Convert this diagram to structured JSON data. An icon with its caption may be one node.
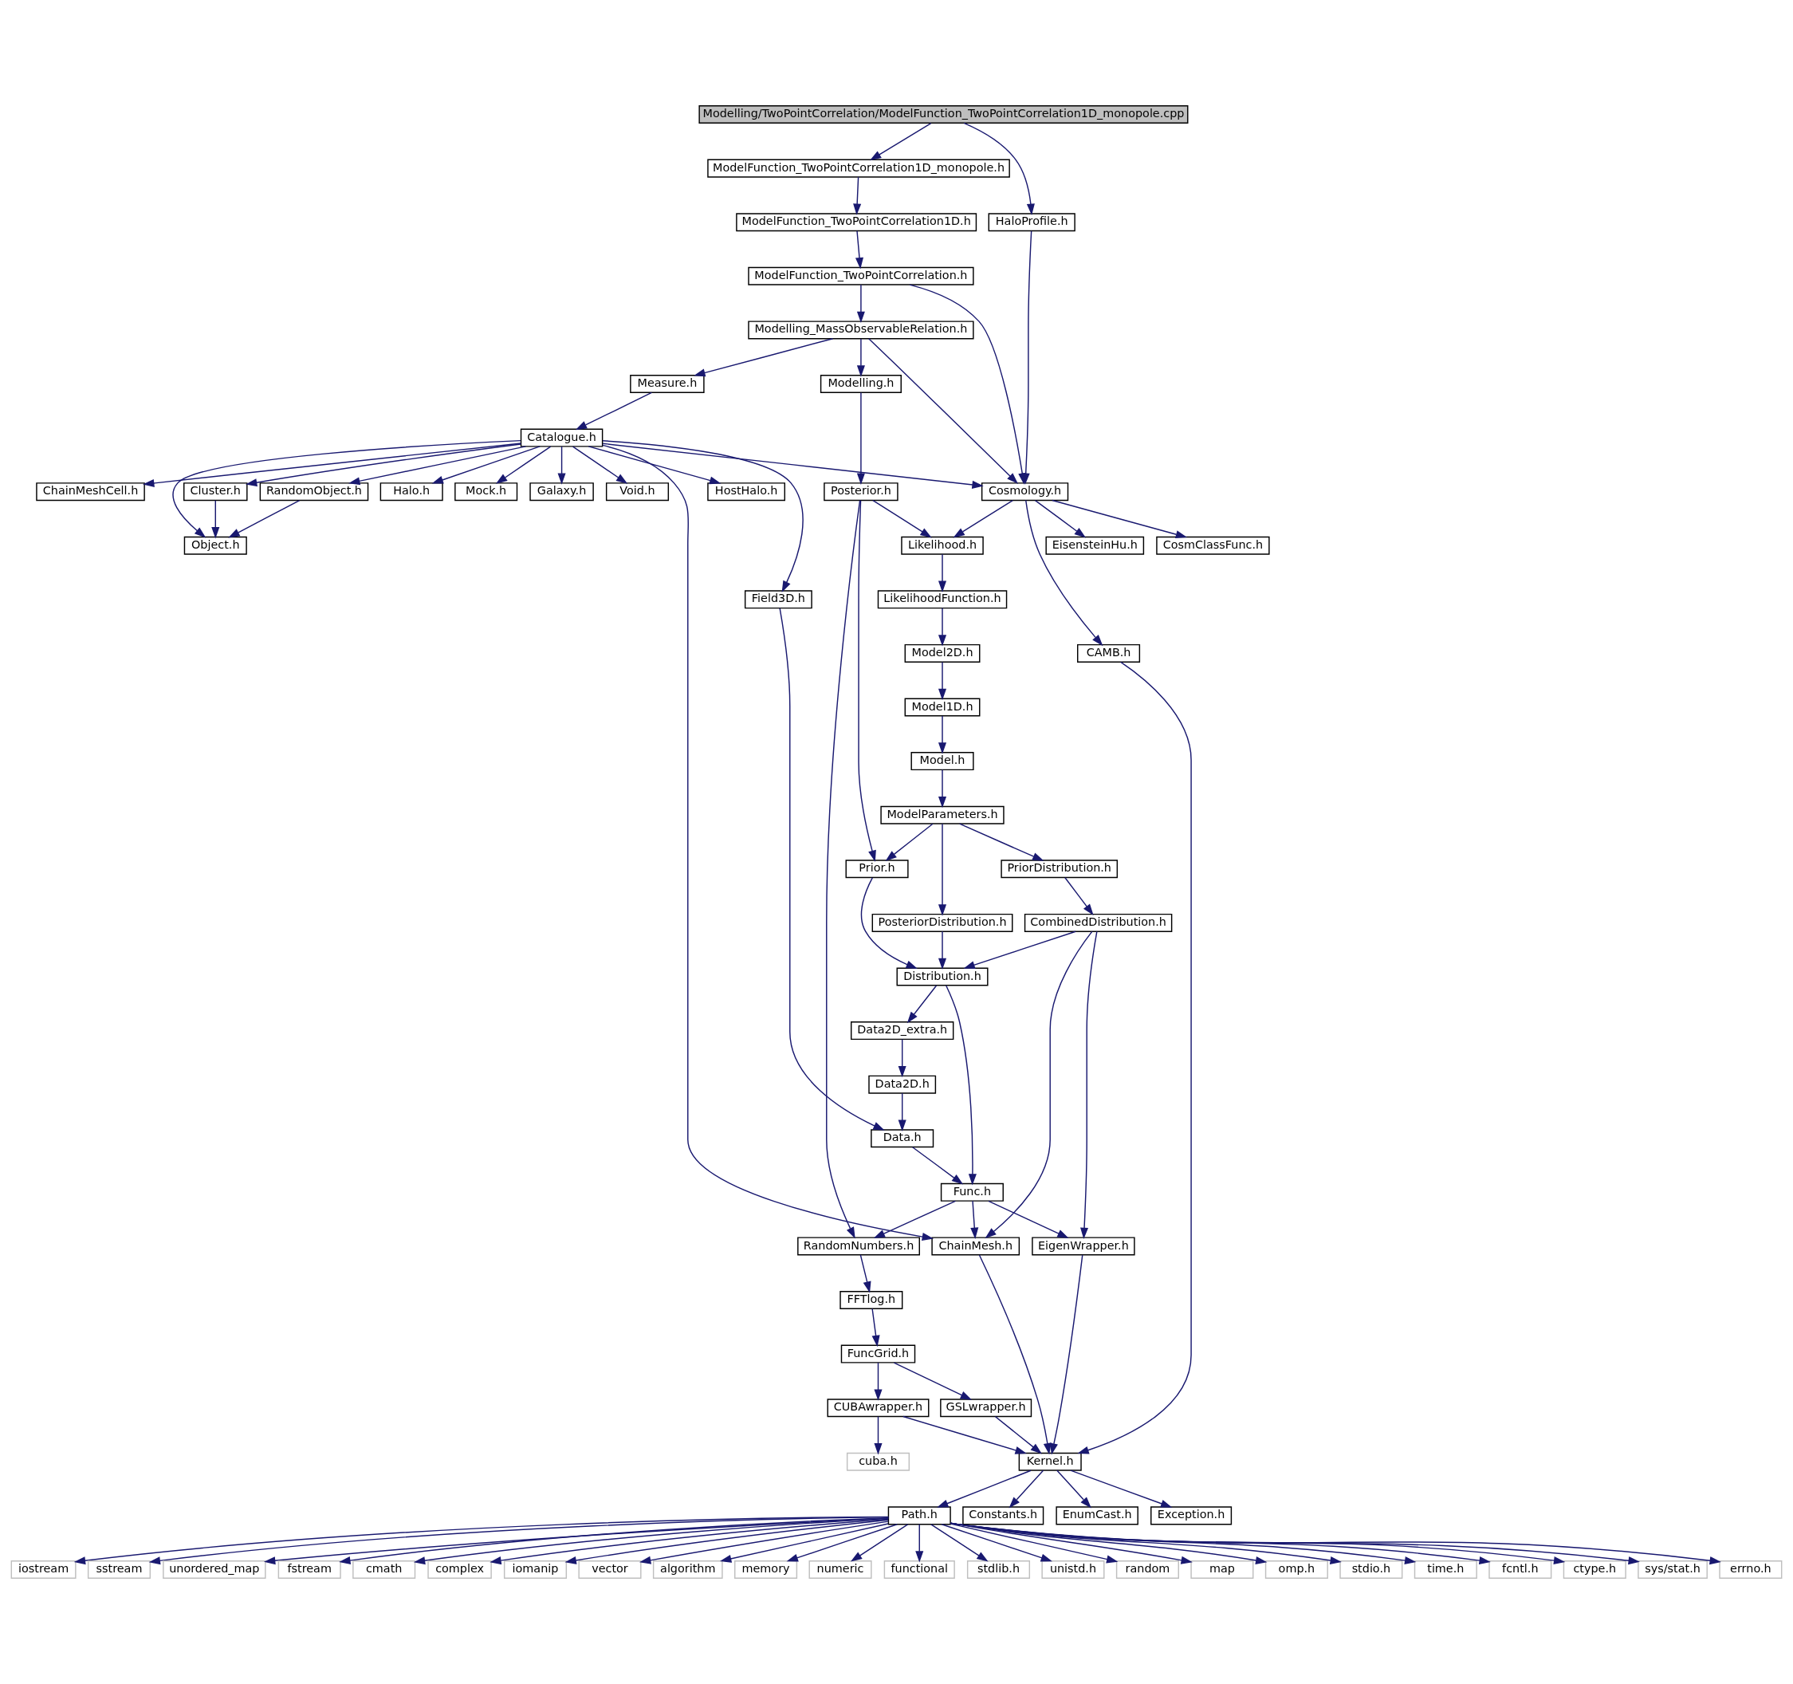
{
  "diagram": {
    "nodes": [
      {
        "text": [
          "Modelling/TwoPointCorrelation/ModelFunction_TwoPointCorrelation1D_monopole.cpp"
        ]
      },
      {
        "text": [
          "ModelFunction_TwoPointCorrelation1D_monopole.h"
        ]
      },
      {
        "text": [
          "HaloProfile.h"
        ]
      },
      {
        "text": [
          "ModelFunction_TwoPointCorrelation1D.h"
        ]
      },
      {
        "text": [
          "ModelFunction_TwoPointCorrelation.h"
        ]
      },
      {
        "text": [
          "Modelling_MassObservableRelation.h"
        ]
      },
      {
        "text": [
          "Measure.h"
        ]
      },
      {
        "text": [
          "Modelling.h"
        ]
      },
      {
        "text": [
          "Catalogue.h"
        ]
      },
      {
        "text": [
          "Halo.h"
        ]
      },
      {
        "text": [
          "Mock.h"
        ]
      },
      {
        "text": [
          "Galaxy.h"
        ]
      },
      {
        "text": [
          "Void.h"
        ]
      },
      {
        "text": [
          "HostHalo.h"
        ]
      },
      {
        "text": [
          "ChainMeshCell.h"
        ]
      },
      {
        "text": [
          "RandomObject.h"
        ]
      },
      {
        "text": [
          "Cluster.h"
        ]
      },
      {
        "text": [
          "Cosmology.h"
        ]
      },
      {
        "text": [
          "Posterior.h"
        ]
      },
      {
        "text": [
          "Object.h"
        ]
      },
      {
        "text": [
          "Likelihood.h"
        ]
      },
      {
        "text": [
          "EisensteinHu.h"
        ]
      },
      {
        "text": [
          "CosmClassFunc.h"
        ]
      },
      {
        "text": [
          "Field3D.h"
        ]
      },
      {
        "text": [
          "LikelihoodFunction.h"
        ]
      },
      {
        "text": [
          "CAMB.h"
        ]
      },
      {
        "text": [
          "Model2D.h"
        ]
      },
      {
        "text": [
          "Model1D.h"
        ]
      },
      {
        "text": [
          "Model.h"
        ]
      },
      {
        "text": [
          "ModelParameters.h"
        ]
      },
      {
        "text": [
          "Prior.h"
        ]
      },
      {
        "text": [
          "PriorDistribution.h"
        ]
      },
      {
        "text": [
          "PosteriorDistribution.h"
        ]
      },
      {
        "text": [
          "CombinedDistribution.h"
        ]
      },
      {
        "text": [
          "Distribution.h"
        ]
      },
      {
        "text": [
          "Data2D_extra.h"
        ]
      },
      {
        "text": [
          "Data2D.h"
        ]
      },
      {
        "text": [
          "Data.h"
        ]
      },
      {
        "text": [
          "Func.h"
        ]
      },
      {
        "text": [
          "ChainMesh.h"
        ]
      },
      {
        "text": [
          "EigenWrapper.h"
        ]
      },
      {
        "text": [
          "RandomNumbers.h"
        ]
      },
      {
        "text": [
          "FFTlog.h"
        ]
      },
      {
        "text": [
          "FuncGrid.h"
        ]
      },
      {
        "text": [
          "CUBAwrapper.h"
        ]
      },
      {
        "text": [
          "GSLwrapper.h"
        ]
      },
      {
        "text": [
          "cuba.h"
        ]
      },
      {
        "text": [
          "Kernel.h"
        ]
      },
      {
        "text": [
          "Path.h"
        ]
      },
      {
        "text": [
          "Constants.h"
        ]
      },
      {
        "text": [
          "EnumCast.h"
        ]
      },
      {
        "text": [
          "Exception.h"
        ]
      },
      {
        "text": [
          "iostream"
        ]
      },
      {
        "text": [
          "sstream"
        ]
      },
      {
        "text": [
          "unordered_map"
        ]
      },
      {
        "text": [
          "fstream"
        ]
      },
      {
        "text": [
          "cmath"
        ]
      },
      {
        "text": [
          "complex"
        ]
      },
      {
        "text": [
          "iomanip"
        ]
      },
      {
        "text": [
          "vector"
        ]
      },
      {
        "text": [
          "algorithm"
        ]
      },
      {
        "text": [
          "memory"
        ]
      },
      {
        "text": [
          "numeric"
        ]
      },
      {
        "text": [
          "functional"
        ]
      },
      {
        "text": [
          "stdlib.h"
        ]
      },
      {
        "text": [
          "unistd.h"
        ]
      },
      {
        "text": [
          "random"
        ]
      },
      {
        "text": [
          "map"
        ]
      },
      {
        "text": [
          "omp.h"
        ]
      },
      {
        "text": [
          "stdio.h"
        ]
      },
      {
        "text": [
          "time.h"
        ]
      },
      {
        "text": [
          "fcntl.h"
        ]
      },
      {
        "text": [
          "ctype.h"
        ]
      },
      {
        "text": [
          "sys/stat.h"
        ]
      },
      {
        "text": [
          "errno.h"
        ]
      }
    ],
    "edges": [
      {
        "from": 0,
        "to": 1,
        "arrow": "to"
      },
      {
        "from": 0,
        "to": 2,
        "arrow": "to"
      },
      {
        "from": 1,
        "to": 3,
        "arrow": "to"
      },
      {
        "from": 3,
        "to": 4,
        "arrow": "to"
      },
      {
        "from": 4,
        "to": 5,
        "arrow": "to"
      },
      {
        "from": 4,
        "to": 17,
        "arrow": "to"
      },
      {
        "from": 2,
        "to": 17,
        "arrow": "to"
      },
      {
        "from": 5,
        "to": 6,
        "arrow": "to"
      },
      {
        "from": 5,
        "to": 7,
        "arrow": "to"
      },
      {
        "from": 5,
        "to": 17,
        "arrow": "to"
      },
      {
        "from": 6,
        "to": 8,
        "arrow": "to"
      },
      {
        "from": 7,
        "to": 18,
        "arrow": "to"
      },
      {
        "from": 8,
        "to": 9,
        "arrow": "to"
      },
      {
        "from": 8,
        "to": 10,
        "arrow": "to"
      },
      {
        "from": 8,
        "to": 11,
        "arrow": "to"
      },
      {
        "from": 8,
        "to": 39,
        "arrow": "to"
      },
      {
        "from": 8,
        "to": 12,
        "arrow": "to"
      },
      {
        "from": 8,
        "to": 13,
        "arrow": "to"
      },
      {
        "from": 8,
        "to": 14,
        "arrow": "to"
      },
      {
        "from": 8,
        "to": 15,
        "arrow": "to"
      },
      {
        "from": 8,
        "to": 16,
        "arrow": "to"
      },
      {
        "from": 8,
        "to": 19,
        "arrow": "to"
      },
      {
        "from": 8,
        "to": 23,
        "arrow": "to"
      },
      {
        "from": 8,
        "to": 17,
        "arrow": "to"
      },
      {
        "from": 15,
        "to": 19,
        "arrow": "to"
      },
      {
        "from": 16,
        "to": 19,
        "arrow": "to"
      },
      {
        "from": 18,
        "to": 30,
        "arrow": "to"
      },
      {
        "from": 18,
        "to": 20,
        "arrow": "to"
      },
      {
        "from": 18,
        "to": 41,
        "arrow": "to"
      },
      {
        "from": 17,
        "to": 20,
        "arrow": "to"
      },
      {
        "from": 17,
        "to": 21,
        "arrow": "to"
      },
      {
        "from": 17,
        "to": 22,
        "arrow": "to"
      },
      {
        "from": 17,
        "to": 25,
        "arrow": "to"
      },
      {
        "from": 20,
        "to": 24,
        "arrow": "to"
      },
      {
        "from": 24,
        "to": 26,
        "arrow": "to"
      },
      {
        "from": 26,
        "to": 27,
        "arrow": "to"
      },
      {
        "from": 27,
        "to": 28,
        "arrow": "to"
      },
      {
        "from": 28,
        "to": 29,
        "arrow": "to"
      },
      {
        "from": 29,
        "to": 30,
        "arrow": "to"
      },
      {
        "from": 29,
        "to": 32,
        "arrow": "to"
      },
      {
        "from": 29,
        "to": 31,
        "arrow": "to"
      },
      {
        "from": 30,
        "to": 34,
        "arrow": "to"
      },
      {
        "from": 31,
        "to": 33,
        "arrow": "to"
      },
      {
        "from": 32,
        "to": 34,
        "arrow": "to"
      },
      {
        "from": 33,
        "to": 34,
        "arrow": "to"
      },
      {
        "from": 33,
        "to": 39,
        "arrow": "to"
      },
      {
        "from": 33,
        "to": 40,
        "arrow": "to"
      },
      {
        "from": 34,
        "to": 35,
        "arrow": "to"
      },
      {
        "from": 34,
        "to": 38,
        "arrow": "to"
      },
      {
        "from": 35,
        "to": 36,
        "arrow": "to"
      },
      {
        "from": 36,
        "to": 37,
        "arrow": "to"
      },
      {
        "from": 23,
        "to": 37,
        "arrow": "to"
      },
      {
        "from": 37,
        "to": 38,
        "arrow": "to"
      },
      {
        "from": 38,
        "to": 39,
        "arrow": "to"
      },
      {
        "from": 38,
        "to": 40,
        "arrow": "to"
      },
      {
        "from": 38,
        "to": 41,
        "arrow": "to"
      },
      {
        "from": 39,
        "to": 47,
        "arrow": "to"
      },
      {
        "from": 40,
        "to": 47,
        "arrow": "to"
      },
      {
        "from": 41,
        "to": 42,
        "arrow": "to"
      },
      {
        "from": 42,
        "to": 43,
        "arrow": "to"
      },
      {
        "from": 43,
        "to": 44,
        "arrow": "to"
      },
      {
        "from": 43,
        "to": 45,
        "arrow": "to"
      },
      {
        "from": 44,
        "to": 46,
        "arrow": "to"
      },
      {
        "from": 44,
        "to": 47,
        "arrow": "to"
      },
      {
        "from": 45,
        "to": 47,
        "arrow": "to"
      },
      {
        "from": 25,
        "to": 47,
        "arrow": "to"
      },
      {
        "from": 47,
        "to": 48,
        "arrow": "to"
      },
      {
        "from": 47,
        "to": 49,
        "arrow": "to"
      },
      {
        "from": 47,
        "to": 50,
        "arrow": "to"
      },
      {
        "from": 47,
        "to": 51,
        "arrow": "to"
      },
      {
        "from": 48,
        "to": 52,
        "arrow": "to"
      },
      {
        "from": 48,
        "to": 53,
        "arrow": "to"
      },
      {
        "from": 48,
        "to": 54,
        "arrow": "to"
      },
      {
        "from": 48,
        "to": 55,
        "arrow": "to"
      },
      {
        "from": 48,
        "to": 56,
        "arrow": "to"
      },
      {
        "from": 48,
        "to": 57,
        "arrow": "to"
      },
      {
        "from": 48,
        "to": 58,
        "arrow": "to"
      },
      {
        "from": 48,
        "to": 59,
        "arrow": "to"
      },
      {
        "from": 48,
        "to": 60,
        "arrow": "to"
      },
      {
        "from": 48,
        "to": 61,
        "arrow": "to"
      },
      {
        "from": 48,
        "to": 62,
        "arrow": "to"
      },
      {
        "from": 48,
        "to": 63,
        "arrow": "to"
      },
      {
        "from": 48,
        "to": 64,
        "arrow": "to"
      },
      {
        "from": 48,
        "to": 65,
        "arrow": "to"
      },
      {
        "from": 48,
        "to": 66,
        "arrow": "to"
      },
      {
        "from": 48,
        "to": 67,
        "arrow": "to"
      },
      {
        "from": 48,
        "to": 68,
        "arrow": "to"
      },
      {
        "from": 48,
        "to": 69,
        "arrow": "to"
      },
      {
        "from": 48,
        "to": 70,
        "arrow": "to"
      },
      {
        "from": 48,
        "to": 71,
        "arrow": "to"
      },
      {
        "from": 48,
        "to": 72,
        "arrow": "to"
      },
      {
        "from": 48,
        "to": 73,
        "arrow": "to"
      },
      {
        "from": 48,
        "to": 74,
        "arrow": "to"
      }
    ]
  }
}
